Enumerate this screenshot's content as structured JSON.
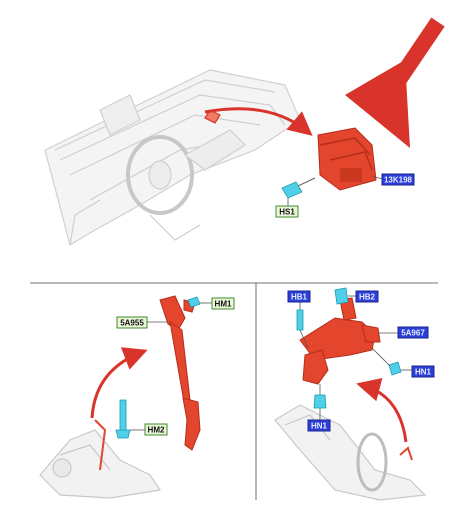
{
  "labels": {
    "top": {
      "module": "13K198",
      "fastener": "HS1"
    },
    "left": {
      "sensor": "5A955",
      "bolt_upper": "HM1",
      "bolt_lower": "HM2"
    },
    "right": {
      "upper_left": "HB1",
      "upper_right": "HB2",
      "sensor": "5A967",
      "right_nut": "HN1",
      "lower_nut": "HN1"
    }
  },
  "colors": {
    "part_red": "#e3452d",
    "part_dark": "#b52e1a",
    "arrow_red": "#d9342b",
    "line_gray": "#d7d7d7",
    "fastener_cyan": "#4fd0e6",
    "label_green_fill": "#e9f6d8",
    "label_green_border": "#3f8a2b",
    "label_blue_fill": "#2b3fd6",
    "divider": "#444444"
  }
}
